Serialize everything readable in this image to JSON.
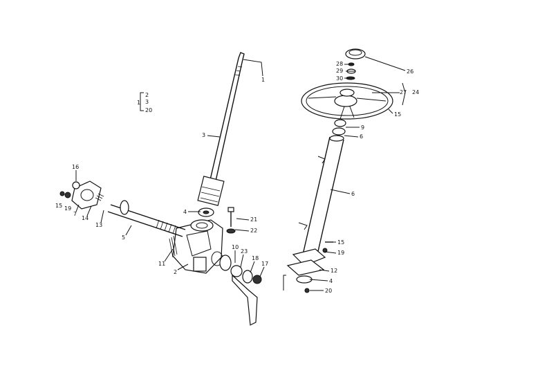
{
  "diagram": {
    "group_bracket": {
      "prefix": "1",
      "entries": [
        "2",
        "3",
        "20"
      ]
    },
    "labels": {
      "p1": "1",
      "p2": "2",
      "p3": "3",
      "p4a": "4",
      "p4b": "4",
      "p5": "5",
      "p6a": "6",
      "p6b": "6",
      "p7": "7",
      "p9": "9",
      "p10": "10",
      "p11": "11",
      "p12": "12",
      "p13": "13",
      "p14": "14",
      "p15a": "15",
      "p15b": "15",
      "p15c": "15",
      "p16": "16",
      "p17": "17",
      "p18": "18",
      "p19a": "19",
      "p19b": "19",
      "p20": "20",
      "p21": "21",
      "p22": "22",
      "p23": "23",
      "p24": "24",
      "p26": "26",
      "p27": "27",
      "p28": "28",
      "p29": "29",
      "p30": "30"
    }
  }
}
